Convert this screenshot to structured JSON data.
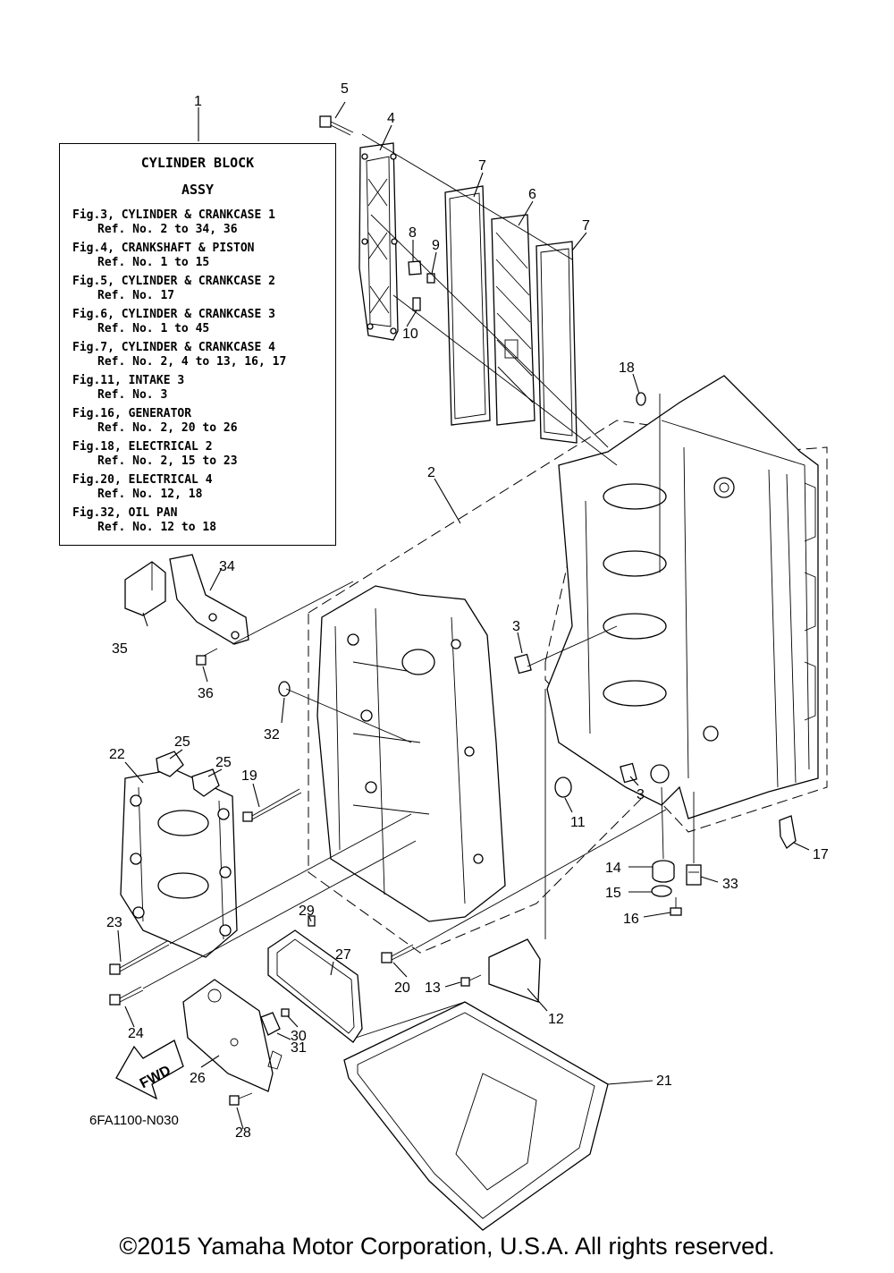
{
  "legend": {
    "title": "CYLINDER BLOCK",
    "subtitle": "ASSY",
    "figures": [
      {
        "fig": "Fig.3, CYLINDER & CRANKCASE 1",
        "ref": "Ref. No. 2 to 34, 36"
      },
      {
        "fig": "Fig.4, CRANKSHAFT & PISTON",
        "ref": "Ref. No. 1 to 15"
      },
      {
        "fig": "Fig.5, CYLINDER & CRANKCASE 2",
        "ref": "Ref. No. 17"
      },
      {
        "fig": "Fig.6, CYLINDER & CRANKCASE 3",
        "ref": "Ref. No. 1 to 45"
      },
      {
        "fig": "Fig.7, CYLINDER & CRANKCASE 4",
        "ref": "Ref. No. 2, 4 to 13, 16, 17"
      },
      {
        "fig": "Fig.11, INTAKE 3",
        "ref": "Ref. No. 3"
      },
      {
        "fig": "Fig.16, GENERATOR",
        "ref": "Ref. No. 2, 20 to 26"
      },
      {
        "fig": "Fig.18, ELECTRICAL 2",
        "ref": "Ref. No. 2, 15 to 23"
      },
      {
        "fig": "Fig.20, ELECTRICAL 4",
        "ref": "Ref. No. 12, 18"
      },
      {
        "fig": "Fig.32, OIL PAN",
        "ref": "Ref. No. 12 to 18"
      }
    ]
  },
  "callouts": [
    "1",
    "2",
    "3",
    "3",
    "4",
    "5",
    "6",
    "7",
    "7",
    "8",
    "9",
    "10",
    "11",
    "12",
    "13",
    "14",
    "15",
    "16",
    "17",
    "18",
    "19",
    "20",
    "21",
    "22",
    "23",
    "24",
    "25",
    "25",
    "26",
    "27",
    "28",
    "29",
    "30",
    "31",
    "32",
    "33",
    "34",
    "35",
    "36"
  ],
  "fwd_label": "FWD",
  "diagram_code": "6FA1100-N030",
  "copyright": "©2015 Yamaha Motor Corporation, U.S.A. All rights reserved."
}
